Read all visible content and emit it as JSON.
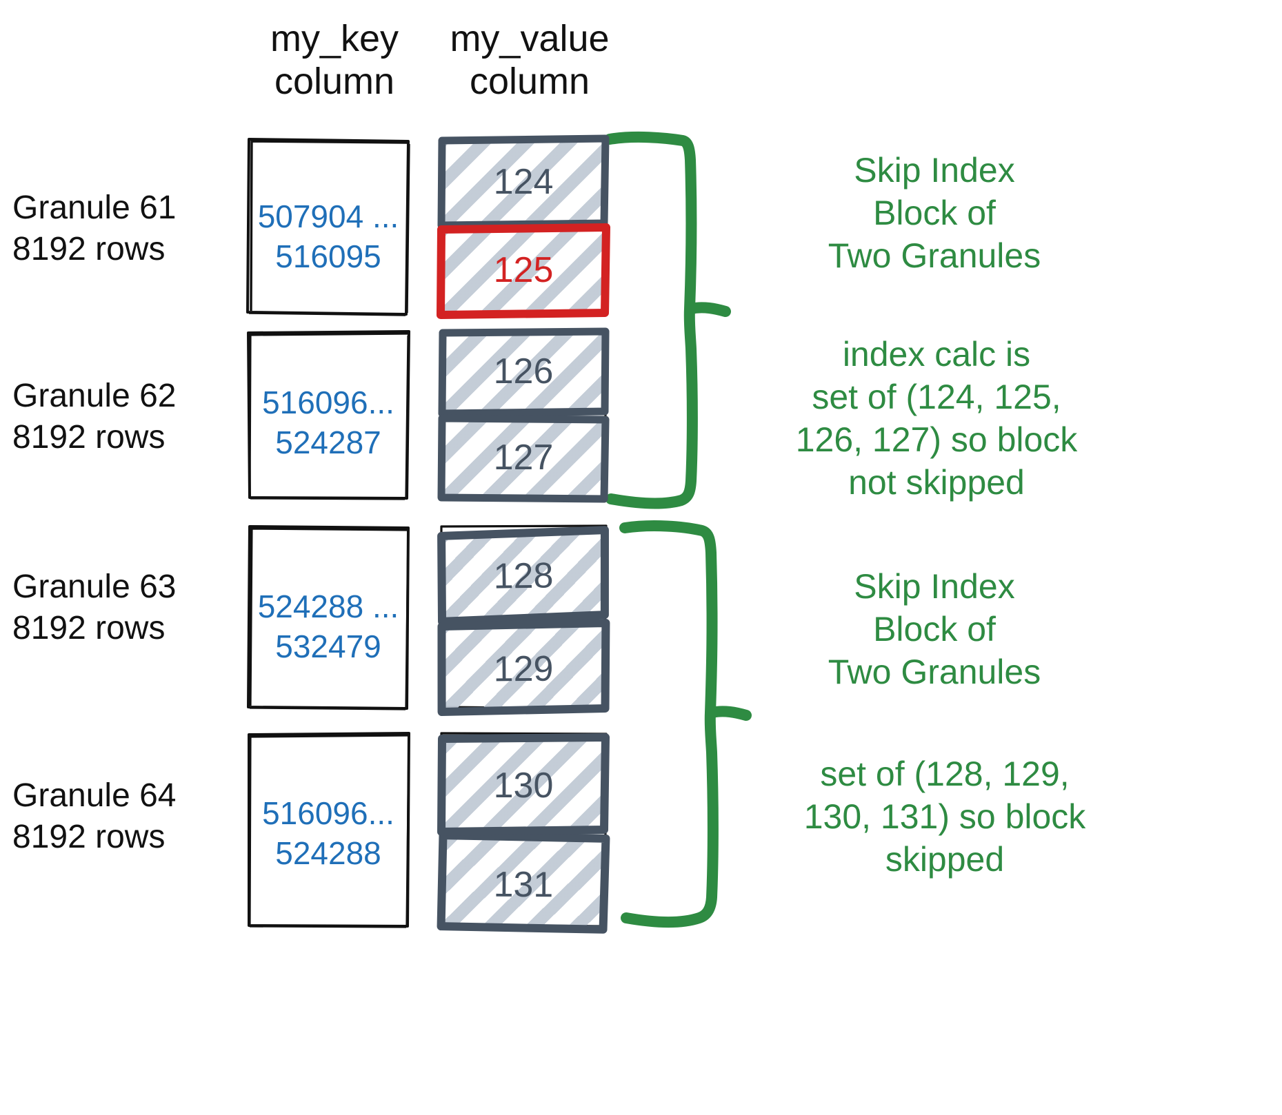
{
  "palette": {
    "key_text": "#1f6fb8",
    "value_text": "#465362",
    "highlight_red": "#d32222",
    "annotation_green": "#2e8b42",
    "hatch_gray": "#c1cad5",
    "box_black": "#111111"
  },
  "headers": {
    "key_column": "my_key\ncolumn",
    "value_column": "my_value\ncolumn"
  },
  "granules": [
    {
      "label": "Granule 61\n8192 rows",
      "key_range": "507904 ...\n516095",
      "values": [
        {
          "value": "124",
          "highlighted": false
        },
        {
          "value": "125",
          "highlighted": true
        }
      ]
    },
    {
      "label": "Granule 62\n8192 rows",
      "key_range": "516096...\n524287",
      "values": [
        {
          "value": "126",
          "highlighted": false
        },
        {
          "value": "127",
          "highlighted": false
        }
      ]
    },
    {
      "label": "Granule 63\n8192 rows",
      "key_range": "524288 ...\n532479",
      "values": [
        {
          "value": "128",
          "highlighted": false
        },
        {
          "value": "129",
          "highlighted": false
        }
      ]
    },
    {
      "label": "Granule 64\n8192 rows",
      "key_range": "516096...\n524288",
      "values": [
        {
          "value": "130",
          "highlighted": false
        },
        {
          "value": "131",
          "highlighted": false
        }
      ]
    }
  ],
  "annotations": [
    {
      "text": "Skip Index\nBlock of\nTwo Granules"
    },
    {
      "text": "index calc is\nset of (124, 125,\n126, 127) so block\nnot skipped"
    },
    {
      "text": "Skip Index\nBlock of\nTwo Granules"
    },
    {
      "text": "set of (128, 129,\n130, 131) so block\nskipped"
    }
  ]
}
